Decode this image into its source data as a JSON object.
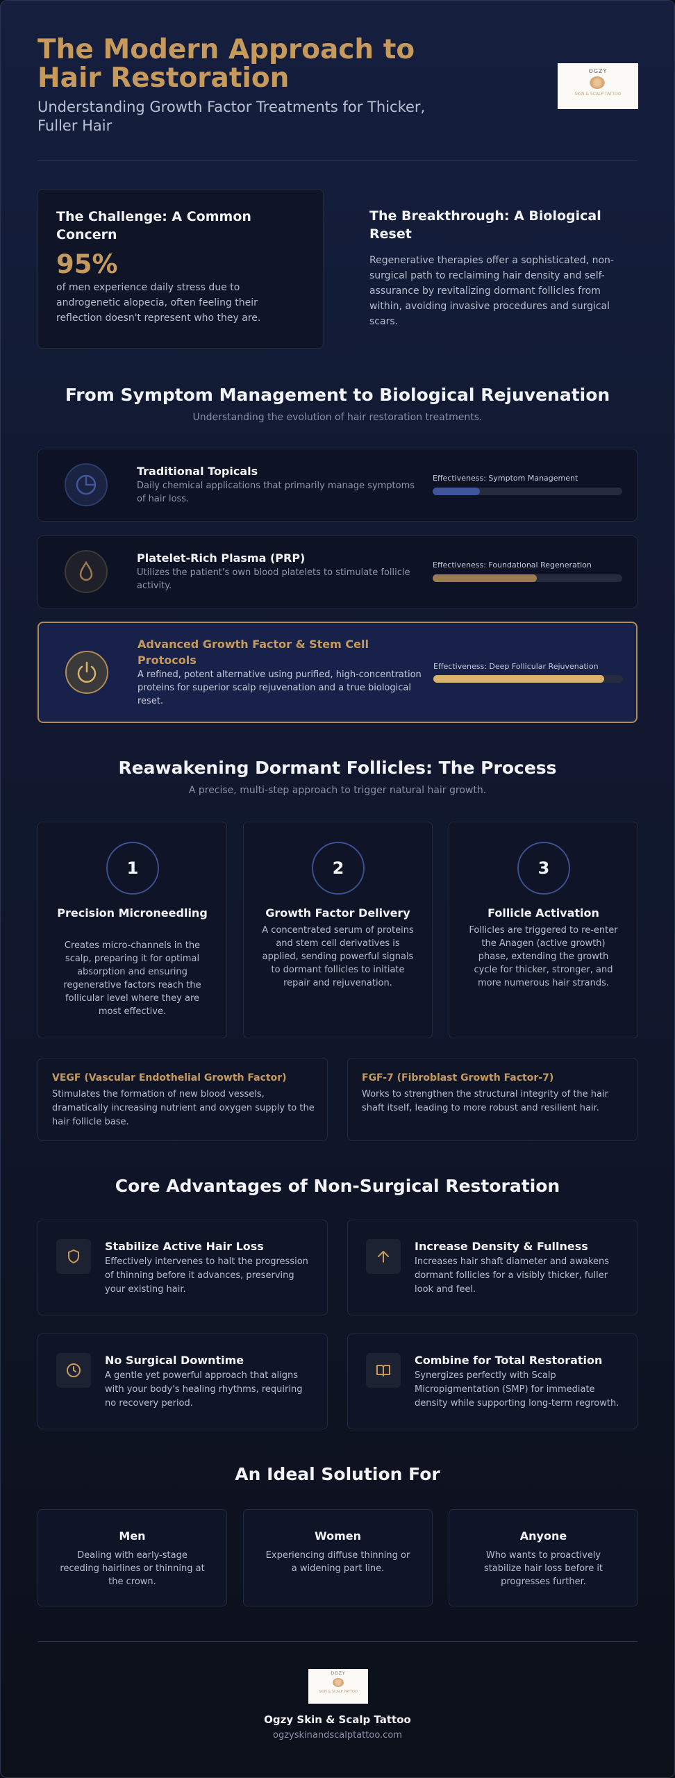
{
  "header": {
    "title": "The Modern Approach to Hair Restoration",
    "subtitle": "Understanding Growth Factor Treatments for Thicker, Fuller Hair"
  },
  "logo": {
    "top_text": "OGZY",
    "bottom_text": "SKIN & SCALP TATTOO"
  },
  "challenge": {
    "heading": "The Challenge: A Common Concern",
    "stat": "95%",
    "text": "of men experience daily stress due to androgenetic alopecia, often feeling their reflection doesn't represent who they are."
  },
  "breakthrough": {
    "heading": "The Breakthrough: A Biological Reset",
    "text": "Regenerative therapies offer a sophisticated, non-surgical path to reclaiming hair density and self-assurance by revitalizing dormant follicles from within, avoiding invasive procedures and surgical scars."
  },
  "evolution": {
    "title": "From Symptom Management to Biological Rejuvenation",
    "subtitle": "Understanding the evolution of hair restoration treatments.",
    "treatments": [
      {
        "name": "Traditional Topicals",
        "description": "Daily chemical applications that primarily manage symptoms of hair loss.",
        "effectiveness": "Effectiveness: Symptom Management",
        "level": 0.25,
        "icon": "pie-chart-icon",
        "color": "#3f559c"
      },
      {
        "name": "Platelet-Rich Plasma (PRP)",
        "description": "Utilizes the patient's own blood platelets to stimulate follicle activity.",
        "effectiveness": "Effectiveness: Foundational Regeneration",
        "level": 0.55,
        "icon": "droplet-icon",
        "color": "#9a7c4e"
      },
      {
        "name": "Advanced Growth Factor & Stem Cell Protocols",
        "description": "A refined, potent alternative using purified, high-concentration proteins for superior scalp rejuvenation and a true biological reset.",
        "effectiveness": "Effectiveness: Deep Follicular Rejuvenation",
        "level": 0.9,
        "icon": "power-icon",
        "color": "#d9b26c"
      }
    ]
  },
  "process": {
    "title": "Reawakening Dormant Follicles: The Process",
    "subtitle": "A precise, multi-step approach to trigger natural hair growth.",
    "steps": [
      {
        "number": "1",
        "name": "Precision Microneedling",
        "description": "Creates micro-channels in the scalp, preparing it for optimal absorption and ensuring regenerative factors reach the follicular level where they are most effective."
      },
      {
        "number": "2",
        "name": "Growth Factor Delivery",
        "description": "A concentrated serum of proteins and stem cell derivatives is applied, sending powerful signals to dormant follicles to initiate repair and rejuvenation."
      },
      {
        "number": "3",
        "name": "Follicle Activation",
        "description": "Follicles are triggered to re-enter the Anagen (active growth) phase, extending the growth cycle for thicker, stronger, and more numerous hair strands."
      }
    ],
    "factors": [
      {
        "name": "VEGF (Vascular Endothelial Growth Factor)",
        "description": "Stimulates the formation of new blood vessels, dramatically increasing nutrient and oxygen supply to the hair follicle base."
      },
      {
        "name": "FGF-7 (Fibroblast Growth Factor-7)",
        "description": "Works to strengthen the structural integrity of the hair shaft itself, leading to more robust and resilient hair."
      }
    ]
  },
  "advantages": {
    "title": "Core Advantages of Non-Surgical Restoration",
    "items": [
      {
        "name": "Stabilize Active Hair Loss",
        "description": "Effectively intervenes to halt the progression of thinning before it advances, preserving your existing hair.",
        "icon": "shield-icon"
      },
      {
        "name": "Increase Density & Fullness",
        "description": "Increases hair shaft diameter and awakens dormant follicles for a visibly thicker, fuller look and feel.",
        "icon": "arrow-up-icon"
      },
      {
        "name": "No Surgical Downtime",
        "description": "A gentle yet powerful approach that aligns with your body's healing rhythms, requiring no recovery period.",
        "icon": "clock-icon"
      },
      {
        "name": "Combine for Total Restoration",
        "description": "Synergizes perfectly with Scalp Micropigmentation (SMP) for immediate density while supporting long-term regrowth.",
        "icon": "book-icon"
      }
    ]
  },
  "audience": {
    "title": "An Ideal Solution For",
    "items": [
      {
        "name": "Men",
        "description": "Dealing with early-stage receding hairlines or thinning at the crown."
      },
      {
        "name": "Women",
        "description": "Experiencing diffuse thinning or a widening part line."
      },
      {
        "name": "Anyone",
        "description": "Who wants to proactively stabilize hair loss before it progresses further."
      }
    ]
  },
  "footer": {
    "name": "Ogzy Skin & Scalp Tattoo",
    "url": "ogzyskinandscalptattoo.com"
  }
}
